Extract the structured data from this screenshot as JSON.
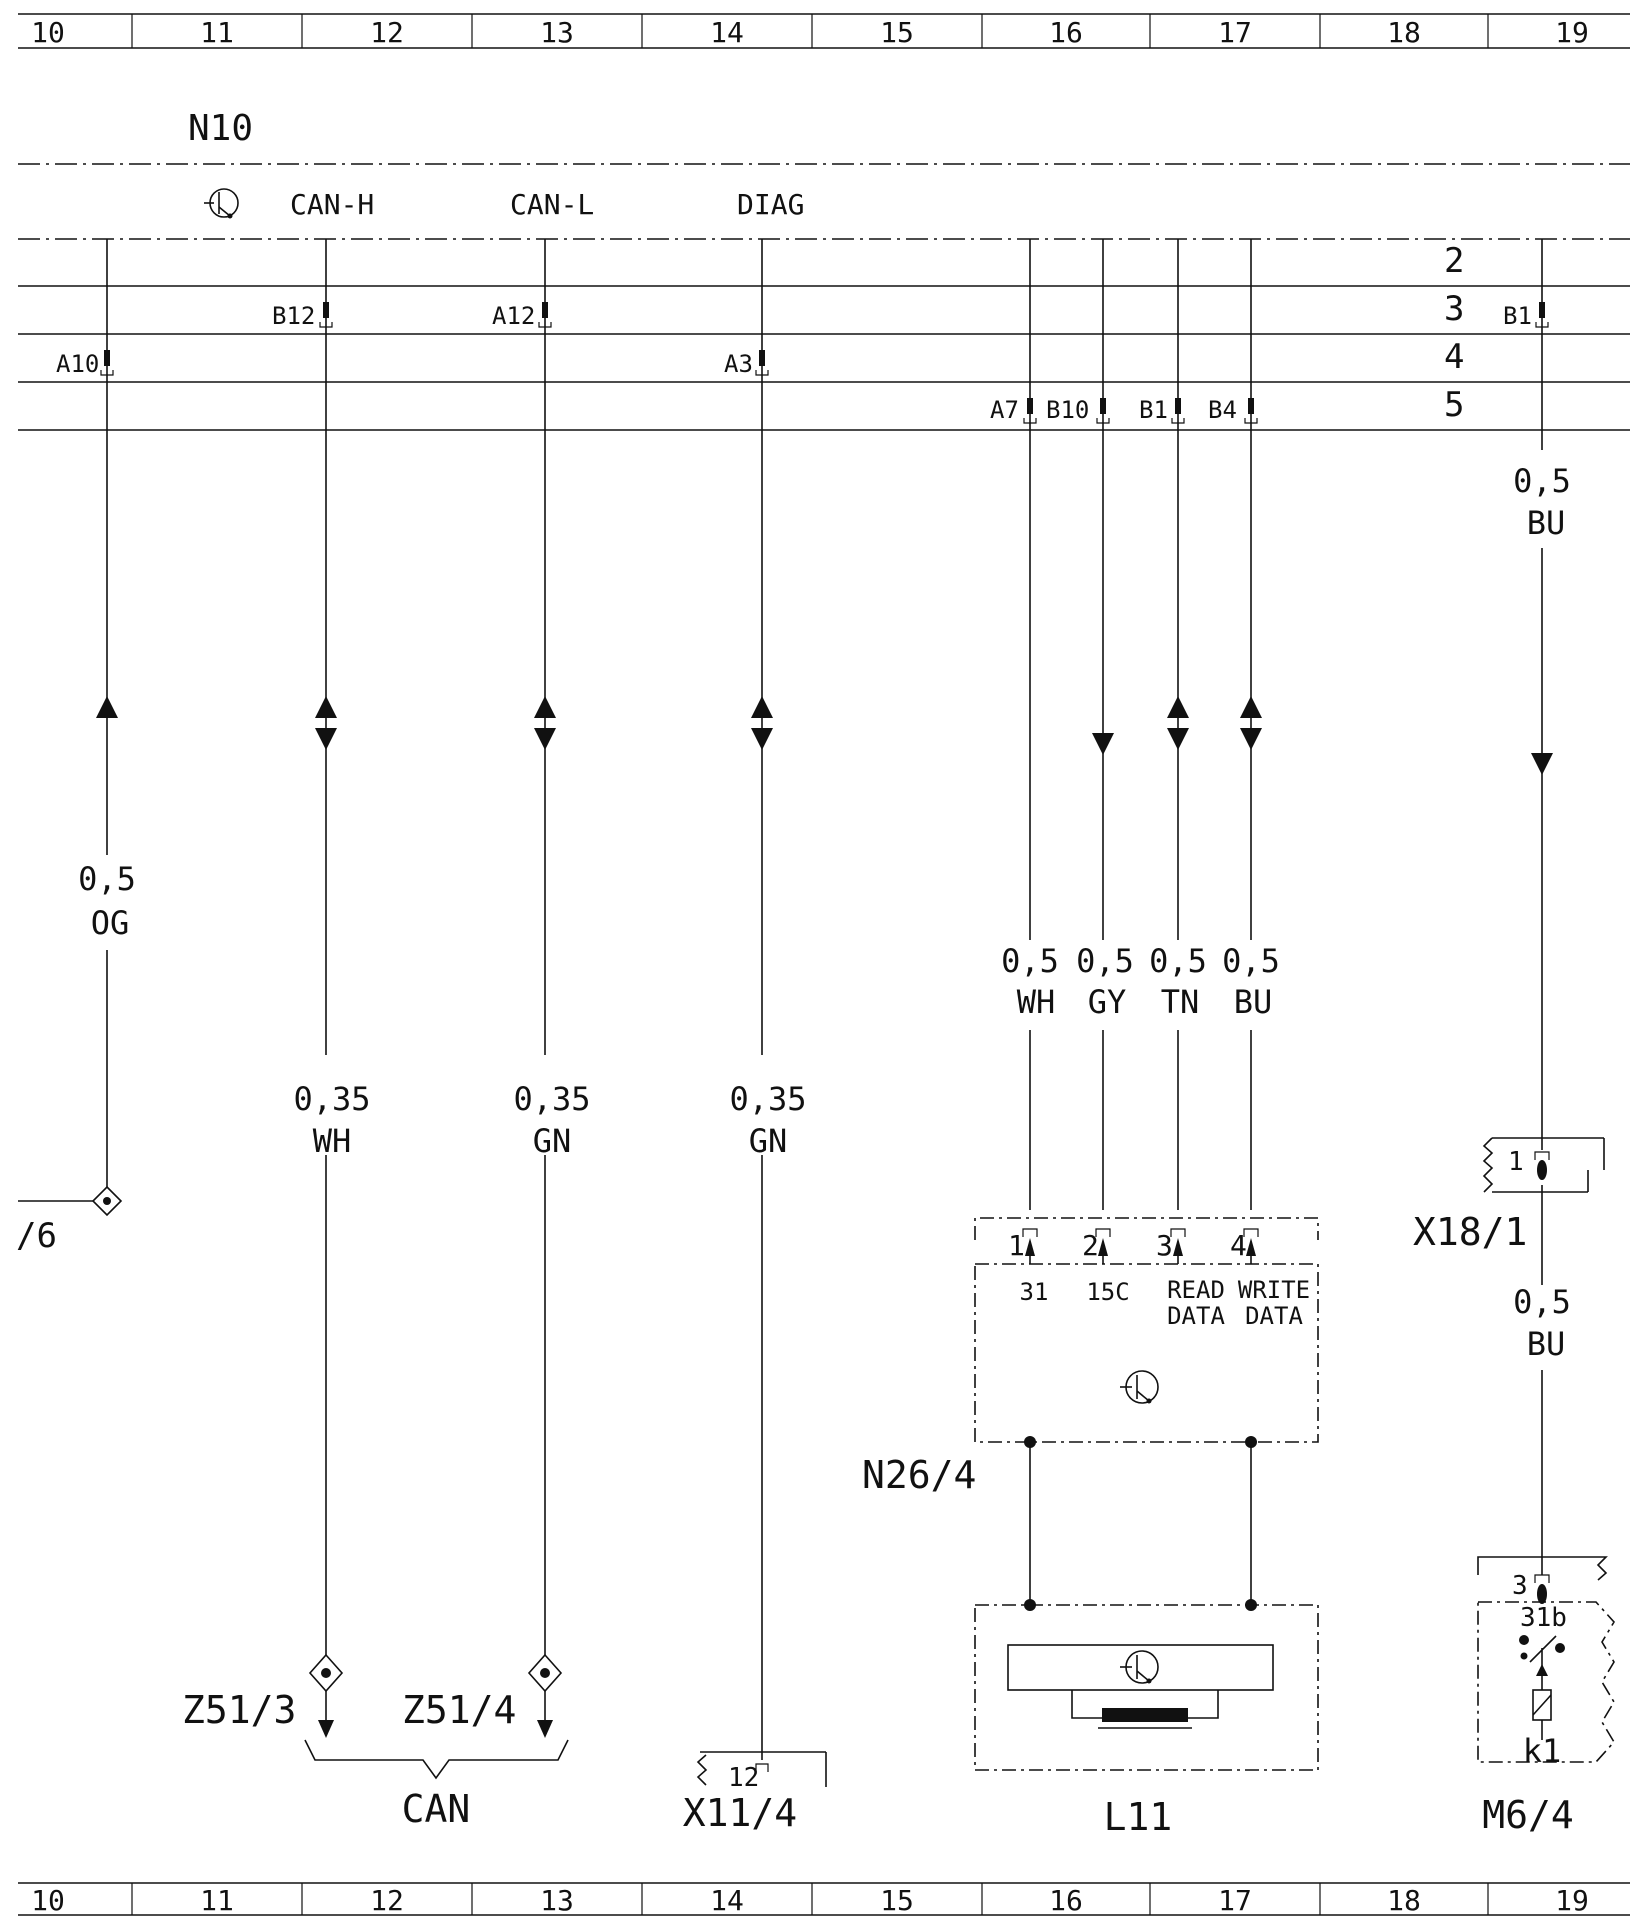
{
  "grid": {
    "columns": [
      "10",
      "11",
      "12",
      "13",
      "14",
      "15",
      "16",
      "17",
      "18",
      "19"
    ]
  },
  "module": {
    "name": "N10",
    "signals": {
      "can_h": "CAN-H",
      "can_l": "CAN-L",
      "diag": "DIAG"
    }
  },
  "rails": [
    "2",
    "3",
    "4",
    "5"
  ],
  "pins": {
    "a10": "A10",
    "b12": "B12",
    "a12": "A12",
    "a3": "A3",
    "a7": "A7",
    "b10": "B10",
    "b1": "B1",
    "b4": "B4",
    "b1r": "B1"
  },
  "wires": [
    {
      "size": "0,5",
      "color": "OG"
    },
    {
      "size": "0,35",
      "color": "WH"
    },
    {
      "size": "0,35",
      "color": "GN"
    },
    {
      "size": "0,35",
      "color": "GN"
    },
    {
      "size": "0,5",
      "color": "WH"
    },
    {
      "size": "0,5",
      "color": "GY"
    },
    {
      "size": "0,5",
      "color": "TN"
    },
    {
      "size": "0,5",
      "color": "BU"
    },
    {
      "size": "0,5",
      "color": "BU"
    },
    {
      "size": "0,5",
      "color": "BU"
    }
  ],
  "components": {
    "ref_left": "/6",
    "z51_3": "Z51/3",
    "z51_4": "Z51/4",
    "can": "CAN",
    "x11_4": "X11/4",
    "x11_4_pin": "12",
    "n26_4": "N26/4",
    "n26_4_pins": [
      "1",
      "2",
      "3",
      "4"
    ],
    "n26_4_funcs": [
      "31",
      "15C",
      "READ",
      "DATA",
      "WRITE",
      "DATA"
    ],
    "l11": "L11",
    "x18_1": "X18/1",
    "x18_1_pin": "1",
    "m6_4": "M6/4",
    "m6_4_pin": "3",
    "m6_4_term": "31b",
    "m6_4_relay": "k1"
  }
}
